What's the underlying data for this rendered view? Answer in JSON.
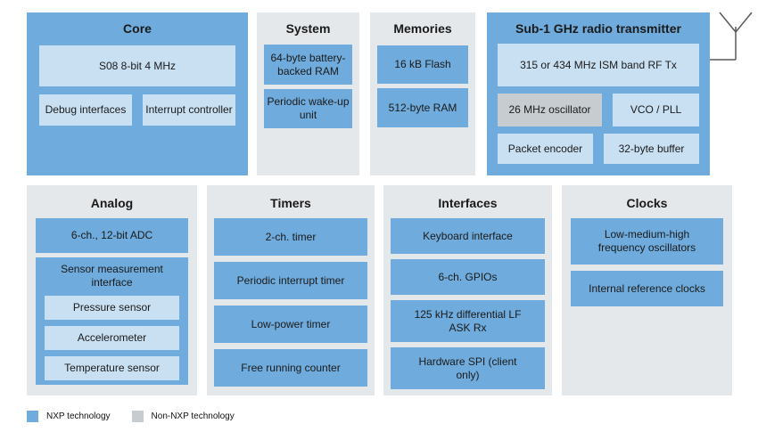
{
  "palette": {
    "nxp_blue": "#6FABDC",
    "light_blue": "#C9E0F3",
    "container_gray": "#E5E8EA",
    "non_nxp_gray": "#C7CCD1",
    "line_gray": "#58595B"
  },
  "blocks": {
    "core": {
      "title": "Core",
      "cpu": "S08 8-bit 4 MHz",
      "debug": "Debug interfaces",
      "interrupt": "Interrupt controller"
    },
    "system": {
      "title": "System",
      "items": [
        "64-byte battery-backed RAM",
        "Periodic wake-up unit"
      ]
    },
    "memories": {
      "title": "Memories",
      "items": [
        "16 kB Flash",
        "512-byte RAM"
      ]
    },
    "radio": {
      "title": "Sub-1 GHz radio transmitter",
      "rf_tx": "315 or 434 MHz ISM band RF Tx",
      "oscillator": "26 MHz oscillator",
      "vco": "VCO / PLL",
      "packet_encoder": "Packet encoder",
      "buffer": "32-byte buffer"
    },
    "analog": {
      "title": "Analog",
      "adc": "6-ch., 12-bit ADC",
      "sensor_group": "Sensor measurement interface",
      "sensors": [
        "Pressure sensor",
        "Accelerometer",
        "Temperature sensor"
      ]
    },
    "timers": {
      "title": "Timers",
      "items": [
        "2-ch. timer",
        "Periodic interrupt timer",
        "Low-power timer",
        "Free running counter"
      ]
    },
    "interfaces": {
      "title": "Interfaces",
      "items": [
        "Keyboard interface",
        "6-ch. GPIOs",
        "125 kHz differential LF ASK Rx",
        "Hardware SPI (client only)"
      ]
    },
    "clocks": {
      "title": "Clocks",
      "items": [
        "Low-medium-high frequency oscillators",
        "Internal reference clocks"
      ]
    }
  },
  "legend": {
    "nxp": "NXP technology",
    "non_nxp": "Non-NXP technology"
  }
}
